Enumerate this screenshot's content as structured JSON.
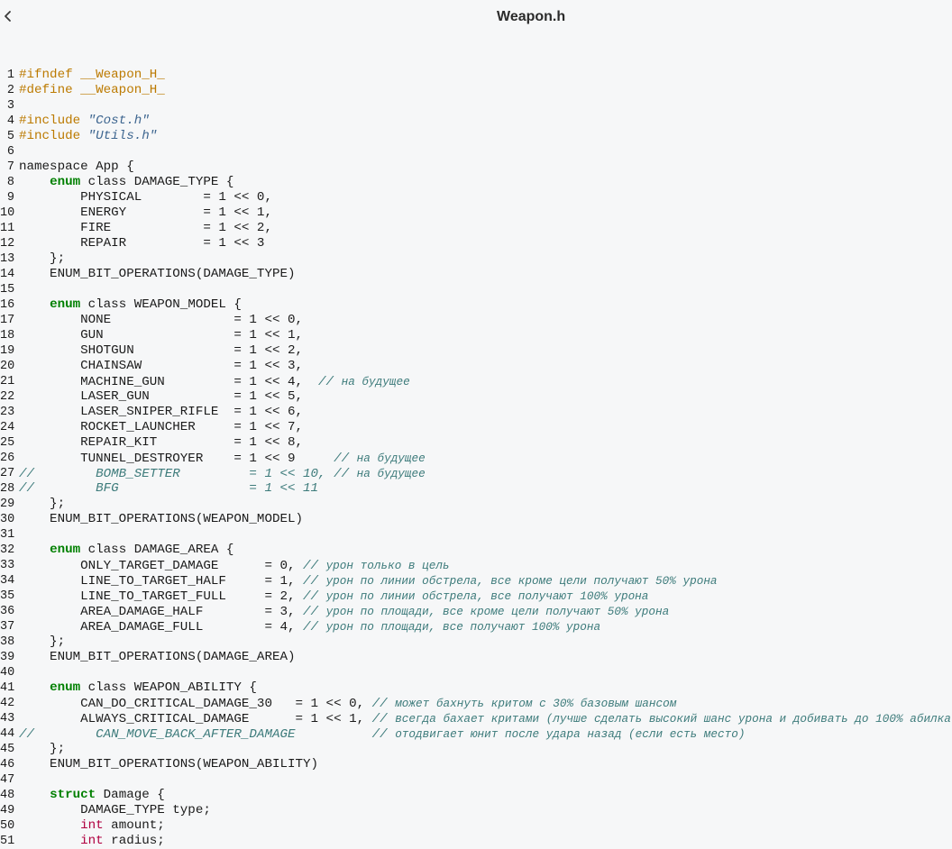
{
  "header": {
    "title": "Weapon.h",
    "back_icon": "chevron-left-icon"
  },
  "colors": {
    "background": "#f6f7f8",
    "text": "#1b1b1b",
    "preprocessor": "#bc7a00",
    "include_file": "#3e6690",
    "keyword": "#008000",
    "type": "#b00040",
    "comment": "#3d7b7b"
  },
  "code": {
    "lines": [
      {
        "n": 1,
        "t": [
          [
            "pp",
            "#ifndef __Weapon_H_"
          ]
        ]
      },
      {
        "n": 2,
        "t": [
          [
            "pp",
            "#define __Weapon_H_"
          ]
        ]
      },
      {
        "n": 3,
        "t": []
      },
      {
        "n": 4,
        "t": [
          [
            "pp",
            "#include "
          ],
          [
            "pf",
            "\"Cost.h\""
          ]
        ]
      },
      {
        "n": 5,
        "t": [
          [
            "pp",
            "#include "
          ],
          [
            "pf",
            "\"Utils.h\""
          ]
        ]
      },
      {
        "n": 6,
        "t": []
      },
      {
        "n": 7,
        "t": [
          [
            "tx",
            "namespace App {"
          ]
        ]
      },
      {
        "n": 8,
        "t": [
          [
            "tx",
            "    "
          ],
          [
            "kw",
            "enum"
          ],
          [
            "tx",
            " class DAMAGE_TYPE {"
          ]
        ]
      },
      {
        "n": 9,
        "t": [
          [
            "tx",
            "        PHYSICAL        = 1 << 0,"
          ]
        ]
      },
      {
        "n": 10,
        "t": [
          [
            "tx",
            "        ENERGY          = 1 << 1,"
          ]
        ]
      },
      {
        "n": 11,
        "t": [
          [
            "tx",
            "        FIRE            = 1 << 2,"
          ]
        ]
      },
      {
        "n": 12,
        "t": [
          [
            "tx",
            "        REPAIR          = 1 << 3"
          ]
        ]
      },
      {
        "n": 13,
        "t": [
          [
            "tx",
            "    };"
          ]
        ]
      },
      {
        "n": 14,
        "t": [
          [
            "tx",
            "    ENUM_BIT_OPERATIONS(DAMAGE_TYPE)"
          ]
        ]
      },
      {
        "n": 15,
        "t": []
      },
      {
        "n": 16,
        "t": [
          [
            "tx",
            "    "
          ],
          [
            "kw",
            "enum"
          ],
          [
            "tx",
            " class WEAPON_MODEL {"
          ]
        ]
      },
      {
        "n": 17,
        "t": [
          [
            "tx",
            "        NONE                = 1 << 0,"
          ]
        ]
      },
      {
        "n": 18,
        "t": [
          [
            "tx",
            "        GUN                 = 1 << 1,"
          ]
        ]
      },
      {
        "n": 19,
        "t": [
          [
            "tx",
            "        SHOTGUN             = 1 << 2,"
          ]
        ]
      },
      {
        "n": 20,
        "t": [
          [
            "tx",
            "        CHAINSAW            = 1 << 3,"
          ]
        ]
      },
      {
        "n": 21,
        "t": [
          [
            "tx",
            "        MACHINE_GUN         = 1 << 4,  "
          ],
          [
            "cm",
            "// "
          ],
          [
            "cmc",
            "на будущее"
          ]
        ]
      },
      {
        "n": 22,
        "t": [
          [
            "tx",
            "        LASER_GUN           = 1 << 5,"
          ]
        ]
      },
      {
        "n": 23,
        "t": [
          [
            "tx",
            "        LASER_SNIPER_RIFLE  = 1 << 6,"
          ]
        ]
      },
      {
        "n": 24,
        "t": [
          [
            "tx",
            "        ROCKET_LAUNCHER     = 1 << 7,"
          ]
        ]
      },
      {
        "n": 25,
        "t": [
          [
            "tx",
            "        REPAIR_KIT          = 1 << 8,"
          ]
        ]
      },
      {
        "n": 26,
        "t": [
          [
            "tx",
            "        TUNNEL_DESTROYER    = 1 << 9     "
          ],
          [
            "cm",
            "// "
          ],
          [
            "cmc",
            "на будущее"
          ]
        ]
      },
      {
        "n": 27,
        "t": [
          [
            "cm",
            "//        BOMB_SETTER         = 1 << 10, // "
          ],
          [
            "cmc",
            "на будущее"
          ]
        ]
      },
      {
        "n": 28,
        "t": [
          [
            "cm",
            "//        BFG                 = 1 << 11"
          ]
        ]
      },
      {
        "n": 29,
        "t": [
          [
            "tx",
            "    };"
          ]
        ]
      },
      {
        "n": 30,
        "t": [
          [
            "tx",
            "    ENUM_BIT_OPERATIONS(WEAPON_MODEL)"
          ]
        ]
      },
      {
        "n": 31,
        "t": []
      },
      {
        "n": 32,
        "t": [
          [
            "tx",
            "    "
          ],
          [
            "kw",
            "enum"
          ],
          [
            "tx",
            " class DAMAGE_AREA {"
          ]
        ]
      },
      {
        "n": 33,
        "t": [
          [
            "tx",
            "        ONLY_TARGET_DAMAGE      = 0, "
          ],
          [
            "cm",
            "// "
          ],
          [
            "cmc",
            "урон только в цель"
          ]
        ]
      },
      {
        "n": 34,
        "t": [
          [
            "tx",
            "        LINE_TO_TARGET_HALF     = 1, "
          ],
          [
            "cm",
            "// "
          ],
          [
            "cmc",
            "урон по линии обстрела, все кроме цели получают 50% урона"
          ]
        ]
      },
      {
        "n": 35,
        "t": [
          [
            "tx",
            "        LINE_TO_TARGET_FULL     = 2, "
          ],
          [
            "cm",
            "// "
          ],
          [
            "cmc",
            "урон по линии обстрела, все получают 100% урона"
          ]
        ]
      },
      {
        "n": 36,
        "t": [
          [
            "tx",
            "        AREA_DAMAGE_HALF        = 3, "
          ],
          [
            "cm",
            "// "
          ],
          [
            "cmc",
            "урон по площади, все кроме цели получают 50% урона"
          ]
        ]
      },
      {
        "n": 37,
        "t": [
          [
            "tx",
            "        AREA_DAMAGE_FULL        = 4, "
          ],
          [
            "cm",
            "// "
          ],
          [
            "cmc",
            "урон по площади, все получают 100% урона"
          ]
        ]
      },
      {
        "n": 38,
        "t": [
          [
            "tx",
            "    };"
          ]
        ]
      },
      {
        "n": 39,
        "t": [
          [
            "tx",
            "    ENUM_BIT_OPERATIONS(DAMAGE_AREA)"
          ]
        ]
      },
      {
        "n": 40,
        "t": []
      },
      {
        "n": 41,
        "t": [
          [
            "tx",
            "    "
          ],
          [
            "kw",
            "enum"
          ],
          [
            "tx",
            " class WEAPON_ABILITY {"
          ]
        ]
      },
      {
        "n": 42,
        "t": [
          [
            "tx",
            "        CAN_DO_CRITICAL_DAMAGE_30   = 1 << 0, "
          ],
          [
            "cm",
            "// "
          ],
          [
            "cmc",
            "может бахнуть критом с 30% базовым шансом"
          ]
        ]
      },
      {
        "n": 43,
        "t": [
          [
            "tx",
            "        ALWAYS_CRITICAL_DAMAGE      = 1 << 1, "
          ],
          [
            "cm",
            "// "
          ],
          [
            "cmc",
            "всегда бахает критами (лучше сделать высокий шанс урона и добивать до 100% абилка"
          ]
        ]
      },
      {
        "n": 44,
        "t": [
          [
            "cm",
            "//        CAN_MOVE_BACK_AFTER_DAMAGE          // "
          ],
          [
            "cmc",
            "отодвигает юнит после удара назад (если есть место)"
          ]
        ]
      },
      {
        "n": 45,
        "t": [
          [
            "tx",
            "    };"
          ]
        ]
      },
      {
        "n": 46,
        "t": [
          [
            "tx",
            "    ENUM_BIT_OPERATIONS(WEAPON_ABILITY)"
          ]
        ]
      },
      {
        "n": 47,
        "t": []
      },
      {
        "n": 48,
        "t": [
          [
            "tx",
            "    "
          ],
          [
            "kw",
            "struct"
          ],
          [
            "tx",
            " Damage {"
          ]
        ]
      },
      {
        "n": 49,
        "t": [
          [
            "tx",
            "        DAMAGE_TYPE type;"
          ]
        ]
      },
      {
        "n": 50,
        "t": [
          [
            "tx",
            "        "
          ],
          [
            "kt",
            "int"
          ],
          [
            "tx",
            " amount;"
          ]
        ]
      },
      {
        "n": 51,
        "t": [
          [
            "tx",
            "        "
          ],
          [
            "kt",
            "int"
          ],
          [
            "tx",
            " radius;"
          ]
        ]
      }
    ]
  }
}
